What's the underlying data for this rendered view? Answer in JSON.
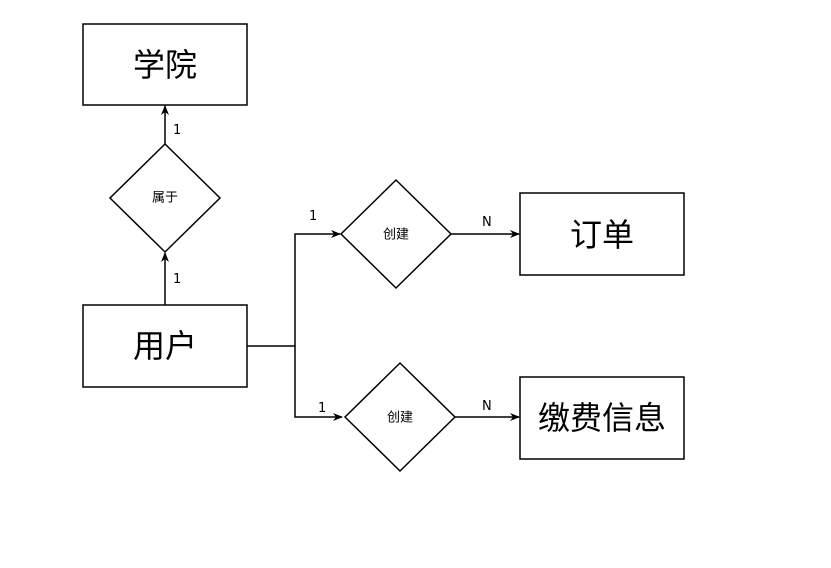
{
  "entities": {
    "college": "学院",
    "user": "用户",
    "order": "订单",
    "payment": "缴费信息"
  },
  "relationships": {
    "belongs_to": "属于",
    "create_order": "创建",
    "create_payment": "创建"
  },
  "cardinalities": {
    "belongs_to_college": "1",
    "belongs_to_user": "1",
    "create_order_user": "1",
    "create_order_order": "N",
    "create_payment_user": "1",
    "create_payment_payment": "N"
  },
  "colors": {
    "stroke": "#000000",
    "fill": "#ffffff"
  }
}
